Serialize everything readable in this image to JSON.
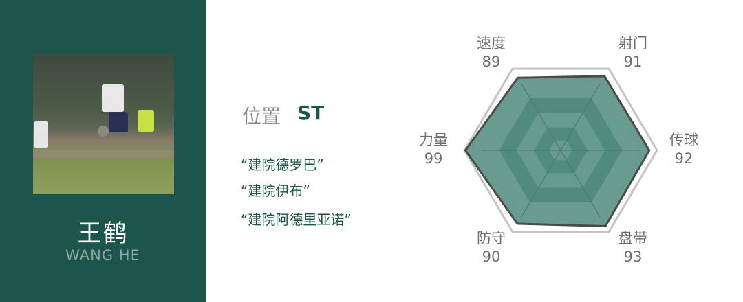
{
  "player": {
    "name_cn": "王鹤",
    "name_en": "WANG HE",
    "position_label": "位置",
    "position_value": "ST",
    "nicknames": [
      "“建院德罗巴”",
      "“建院伊布”",
      "“建院阿德里亚诺”"
    ]
  },
  "colors": {
    "panel": "#1b554b",
    "fill": "#4f8a7d",
    "stroke": "#4a4a4a",
    "grid": "#bdbdbd"
  },
  "chart_data": {
    "type": "radar",
    "title": "",
    "categories": [
      "速度",
      "射门",
      "传球",
      "盘带",
      "防守",
      "力量"
    ],
    "values": [
      89,
      91,
      92,
      93,
      90,
      99
    ],
    "range": [
      0,
      100
    ],
    "labels": [
      {
        "name": "速度",
        "value": "89"
      },
      {
        "name": "射门",
        "value": "91"
      },
      {
        "name": "传球",
        "value": "92"
      },
      {
        "name": "盘带",
        "value": "93"
      },
      {
        "name": "防守",
        "value": "90"
      },
      {
        "name": "力量",
        "value": "99"
      }
    ]
  }
}
